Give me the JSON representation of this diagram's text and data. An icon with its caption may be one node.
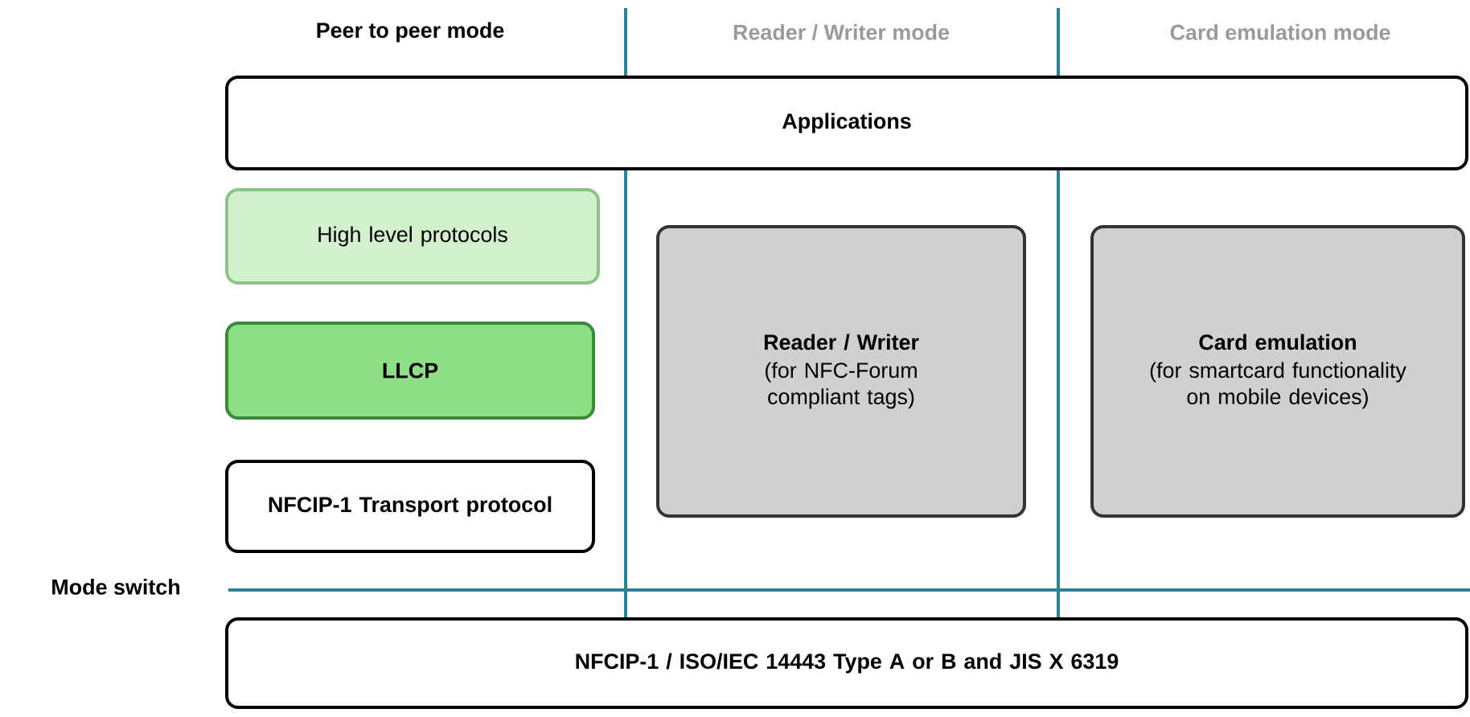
{
  "diagram": {
    "nodes": [
      {
        "text": [
          "Applications"
        ]
      },
      {
        "text": [
          "High level protocols"
        ]
      },
      {
        "text": [
          "LLCP"
        ]
      },
      {
        "text": [
          "NFCIP-1 Transport protocol"
        ]
      },
      {
        "text": [
          "Reader / Writer",
          "(for NFC-Forum compliant tags)"
        ]
      },
      {
        "text": [
          "Card emulation",
          "(for smartcard functionality on mobile devices)"
        ]
      },
      {
        "text": [
          "NFCIP-1 / ISO/IEC 14443 Type A or B and JIS X 6319"
        ]
      }
    ],
    "labels": [
      "Peer to peer mode",
      "Reader / Writer mode",
      "Card emulation mode",
      "Mode switch"
    ]
  }
}
